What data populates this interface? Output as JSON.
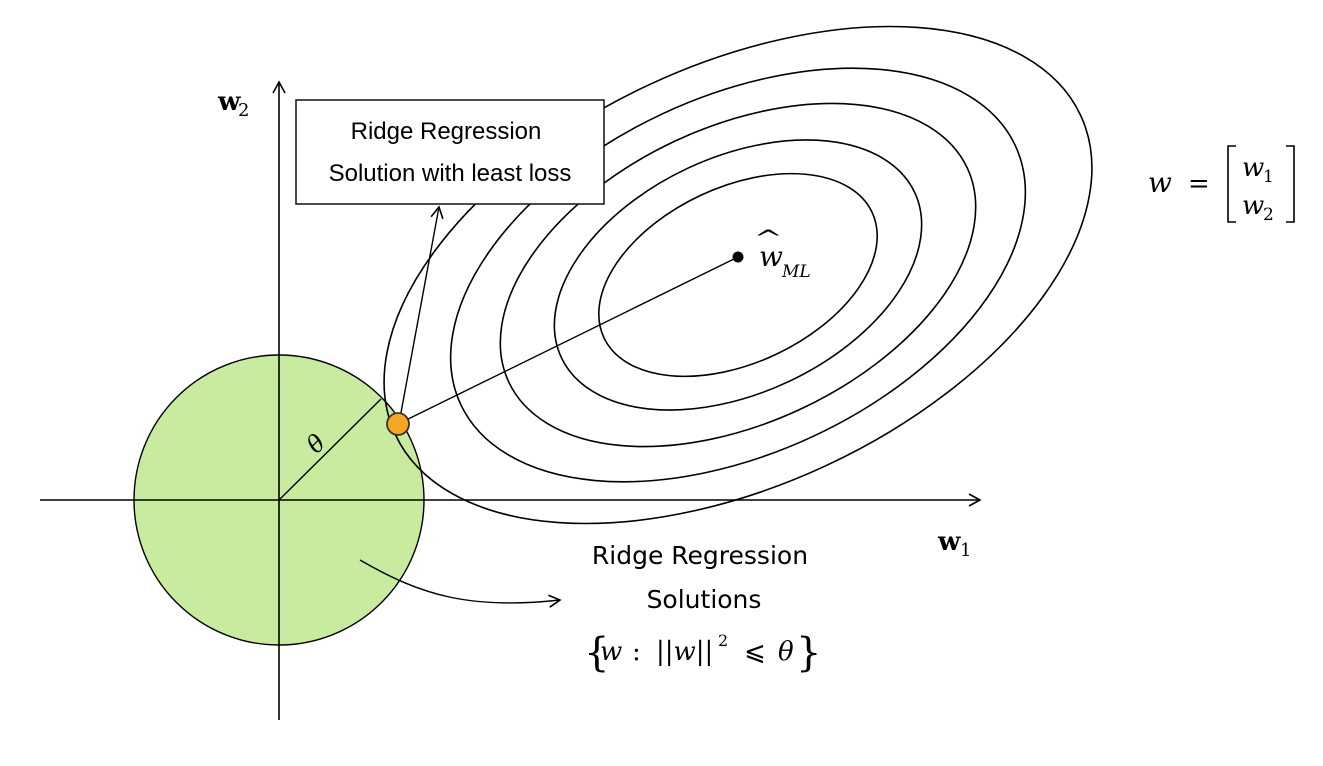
{
  "axes": {
    "x_label": "w",
    "x_sub": "1",
    "y_label": "w",
    "y_sub": "2"
  },
  "box": {
    "line1": "Ridge Regression",
    "line2": "Solution with least loss"
  },
  "radius_label": "θ",
  "ml_point": {
    "label": "w",
    "hat": "^",
    "sub": "ML"
  },
  "solutions": {
    "line1": "Ridge Regression",
    "line2": "Solutions",
    "set_open": "{",
    "set_var": "w",
    "set_colon": ":",
    "set_norm": "||w||",
    "set_exp": "2",
    "set_leq": "⩽",
    "set_theta": "θ",
    "set_close": "}"
  },
  "vector": {
    "lhs": "w",
    "eq": "=",
    "top": "w",
    "top_sub": "1",
    "bottom": "w",
    "bottom_sub": "2"
  },
  "colors": {
    "constraint_fill": "#c8eba0",
    "optimum_fill": "#f6a623",
    "optimum_stroke": "#333333"
  }
}
